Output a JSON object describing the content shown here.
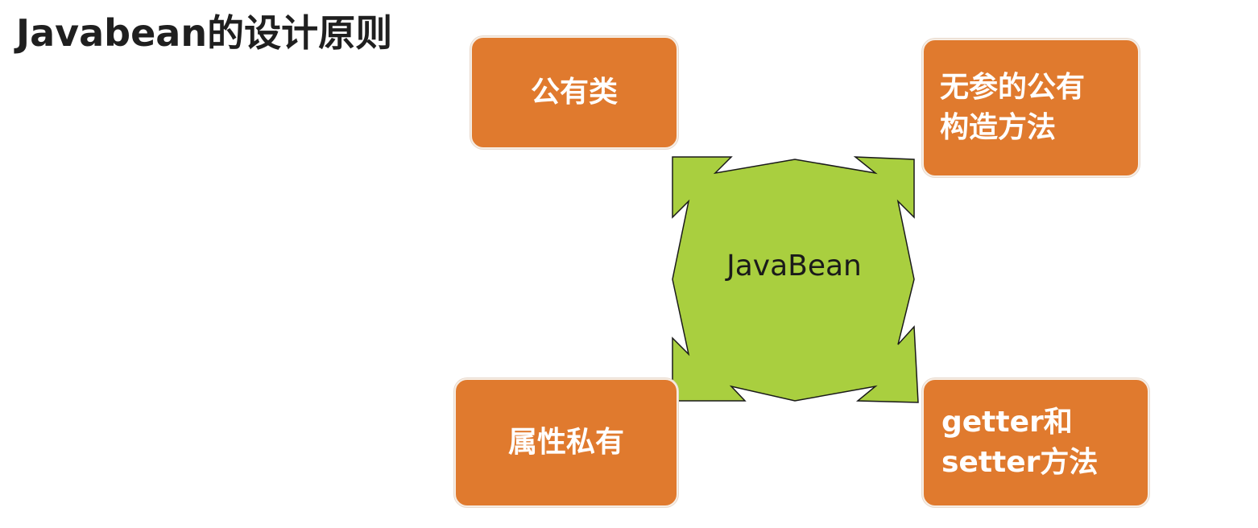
{
  "title": "Javabean的设计原则",
  "center_label": "JavaBean",
  "boxes": {
    "top_left": "公有类",
    "top_right": "无参的公有\n构造方法",
    "bottom_left": "属性私有",
    "bottom_right": "getter和\nsetter方法"
  },
  "colors": {
    "box_fill": "#e07a2e",
    "arrow_fill": "#a9cf3f",
    "arrow_stroke": "#1a1a1a"
  }
}
